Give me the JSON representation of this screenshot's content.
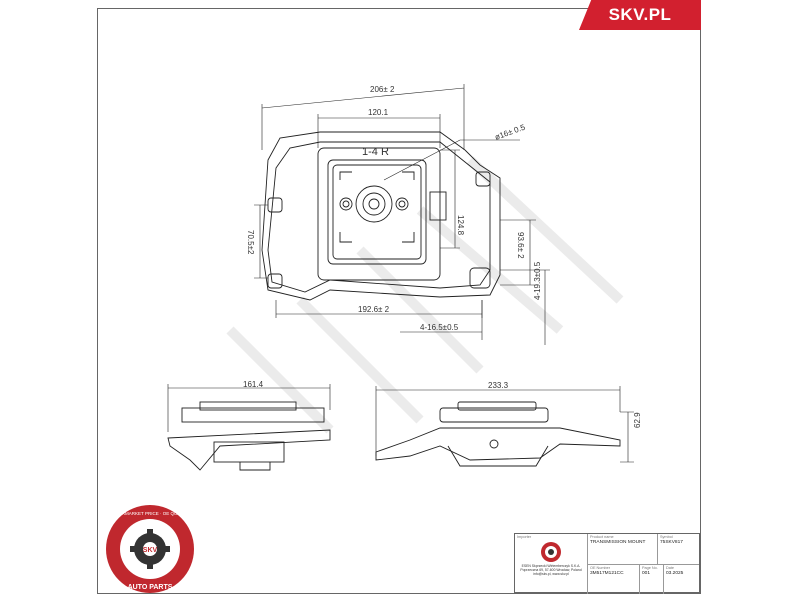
{
  "brand": {
    "name": "SKV.PL",
    "color": "#d2202f"
  },
  "top_view": {
    "marking": "1-4  R",
    "dims": {
      "overall_width": "206± 2",
      "inner_width": "120.1",
      "hole_diameter": "ø16± 0.5",
      "height_124": "124.8",
      "left_height": "70.5±2",
      "right_height": "93.6± 2",
      "bottom_width": "192.6± 2",
      "slot": "4-16.5±0.5",
      "slot_vertical": "4-19.3±0.5"
    }
  },
  "left_view": {
    "dims": {
      "width": "161.4"
    }
  },
  "right_view": {
    "dims": {
      "width": "233.3",
      "height": "62.9"
    }
  },
  "badge": {
    "ring_text": "AFTERMARKET PRICE · OE QUALITY",
    "center_text": "SKV",
    "bottom_text": "AUTO PARTS",
    "color": "#c0282e"
  },
  "title_block": {
    "importer_label": "Importer",
    "company": "ESEN Skprzecki Wirtemberczyk S.K.A.",
    "address": "Poprzeczna 69, 57-600 Wrocław, Poland",
    "contact": "info@skv.pl, www.skv.pl",
    "product_name_label": "Product name",
    "product_name": "TRANSMISSION MOUNT",
    "symbol_label": "Symbol",
    "symbol": "75SKV817",
    "oe_number_label": "OE Number",
    "oe_number": "3M517M121CC",
    "page_label": "Page No.",
    "page": "001",
    "date_label": "Date",
    "date": "03.2025"
  }
}
